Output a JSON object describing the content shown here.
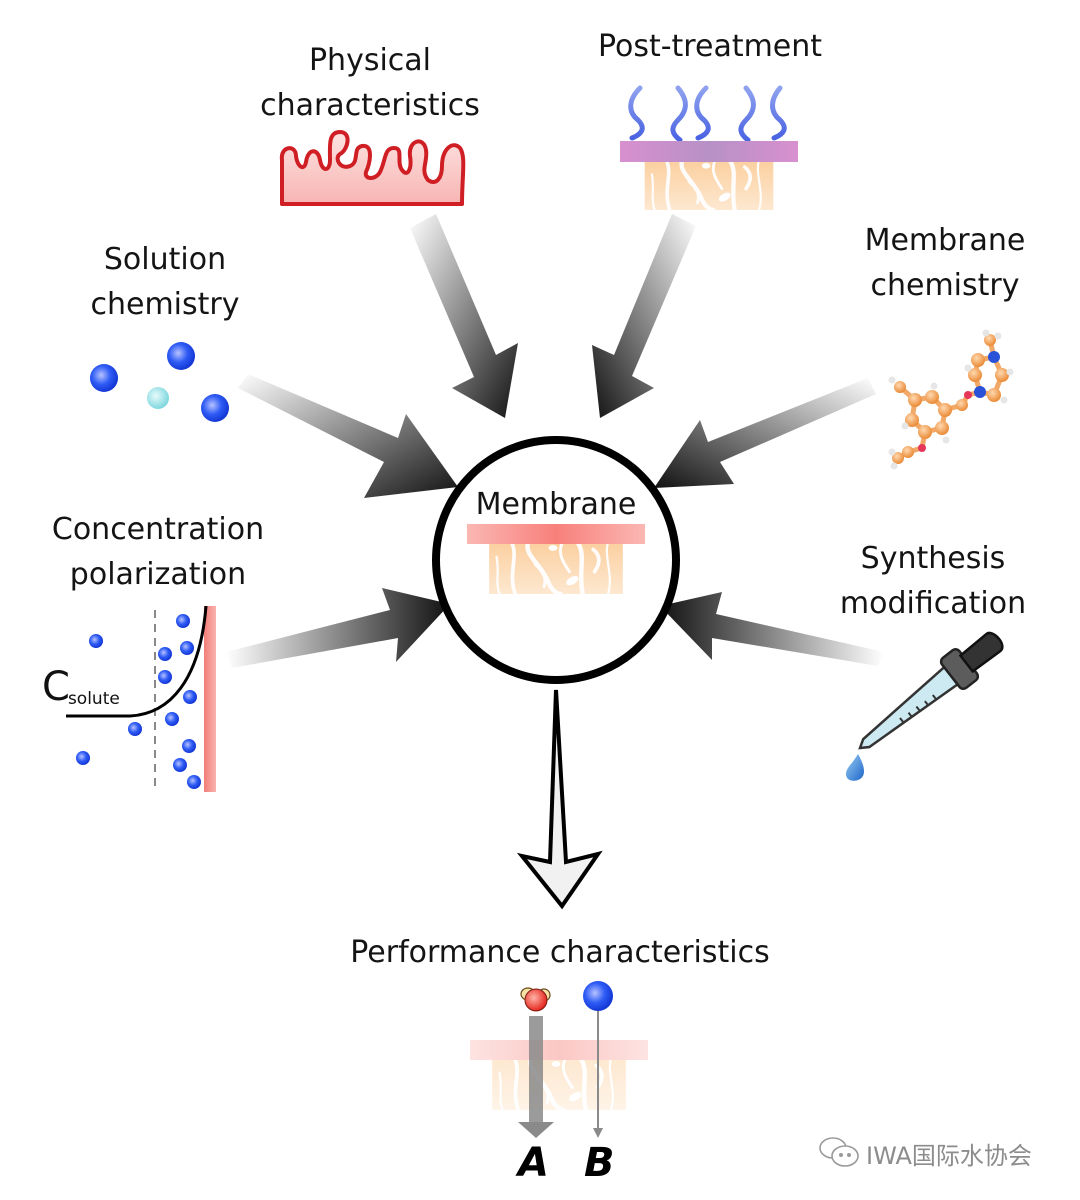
{
  "center": {
    "label": "Membrane"
  },
  "factors": [
    {
      "id": "physical",
      "lines": [
        "Physical",
        "characteristics"
      ],
      "icon": "rough-surface-icon"
    },
    {
      "id": "post_treatment",
      "lines": [
        "Post-treatment"
      ],
      "icon": "heated-membrane-icon"
    },
    {
      "id": "membrane_chemistry",
      "lines": [
        "Membrane",
        "chemistry"
      ],
      "icon": "molecule-icon"
    },
    {
      "id": "solution_chemistry",
      "lines": [
        "Solution",
        "chemistry"
      ],
      "icon": "ions-icon"
    },
    {
      "id": "concentration_polarization",
      "lines": [
        "Concentration",
        "polarization"
      ],
      "icon": "concentration-profile-icon"
    },
    {
      "id": "synthesis_modification",
      "lines": [
        "Synthesis",
        "modification"
      ],
      "icon": "dropper-icon"
    }
  ],
  "concentration_plot": {
    "symbol": "C",
    "subscript": "solute"
  },
  "output": {
    "label": "Performance characteristics",
    "flux_labels": [
      "A",
      "B"
    ]
  },
  "watermark": {
    "text": "IWA国际水协会",
    "icon": "wechat-icon"
  },
  "colors": {
    "selective_layer": "#f87f7a",
    "support_layer": "#fbd4a8",
    "post_treatment_layer": "#c48ac4",
    "ion_blue": "#1f4ef2",
    "ion_cyan": "#8fe0e6",
    "rough_surface": "#d01f24",
    "molecule_carbon": "#f29a4a",
    "molecule_nitrogen": "#2952d9",
    "molecule_oxygen": "#e6375a"
  }
}
